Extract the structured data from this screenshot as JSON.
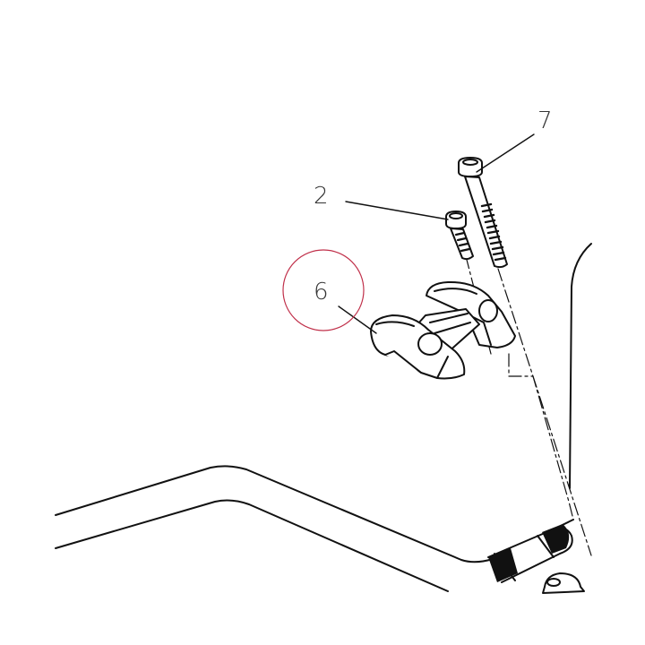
{
  "callouts": {
    "part_7": "7",
    "part_2": "2",
    "part_6": "6"
  },
  "highlight": {
    "target": "6",
    "color": "#c0304a"
  },
  "colors": {
    "line": "#111111",
    "label": "#333333",
    "background": "#ffffff"
  }
}
